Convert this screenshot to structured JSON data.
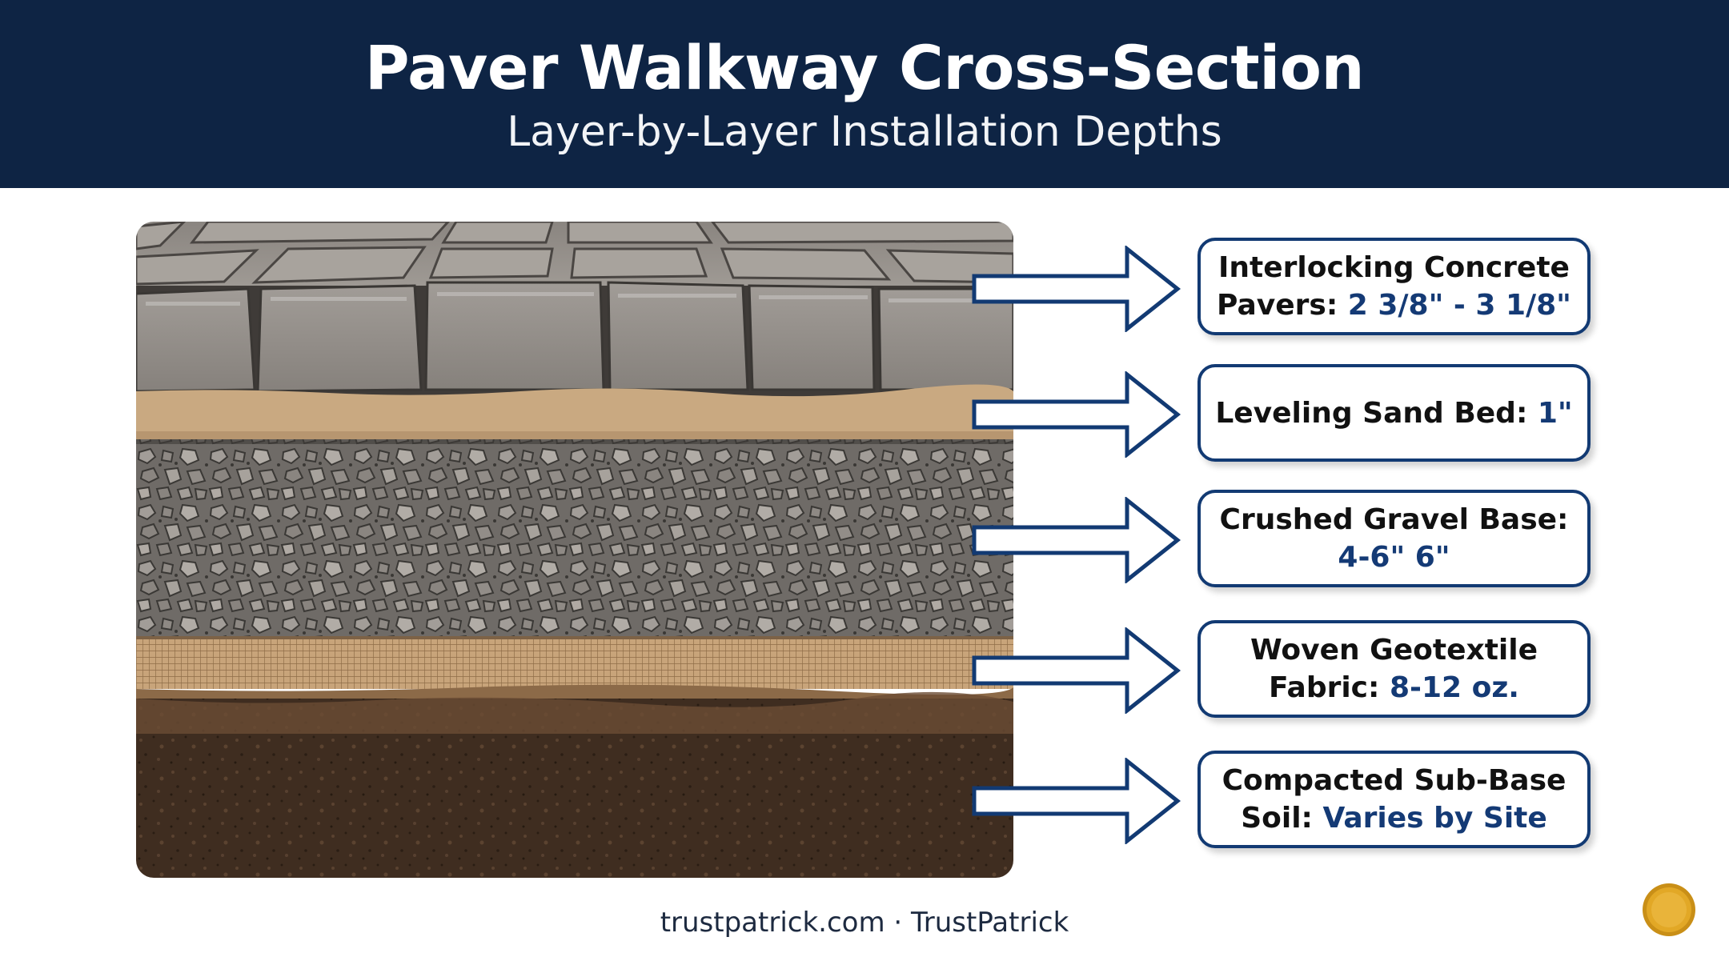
{
  "header": {
    "title": "Paver Walkway Cross-Section",
    "subtitle": "Layer-by-Layer Installation Depths"
  },
  "layers": [
    {
      "name": "Interlocking Concrete Pavers: ",
      "value": "2 3/8\" - 3 1/8\""
    },
    {
      "name": "Leveling Sand Bed: ",
      "value": "1\""
    },
    {
      "name": "Crushed Gravel Base: ",
      "value": "4-6\" 6\""
    },
    {
      "name": "Woven Geotextile Fabric: ",
      "value": "8-12 oz."
    },
    {
      "name": "Compacted Sub-Base Soil: ",
      "value": "Varies by Site"
    }
  ],
  "footer": {
    "text": "trustpatrick.com · TrustPatrick"
  },
  "colors": {
    "header_bg": "#0e2444",
    "accent": "#123a73",
    "value_text": "#143a75",
    "seal": "#e2a826"
  },
  "icons": {
    "arrows": "right-arrow-icon",
    "seal": "seal-icon"
  }
}
